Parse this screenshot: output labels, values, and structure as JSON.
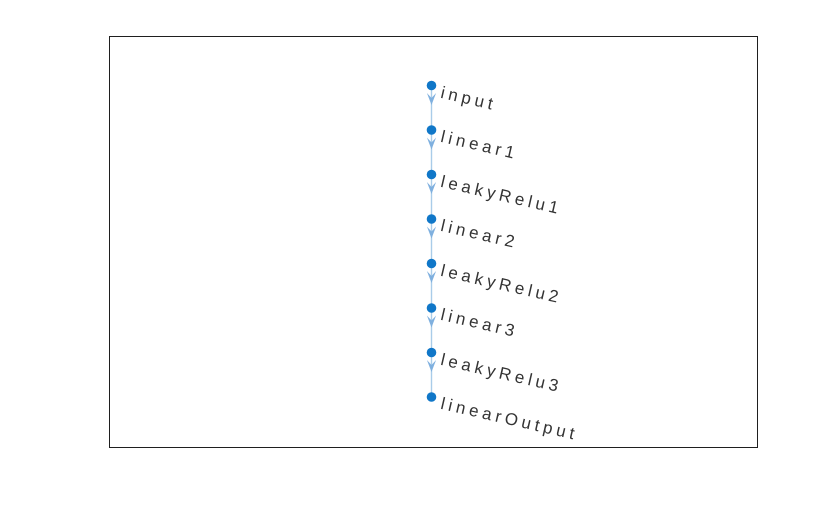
{
  "figure": {
    "kind": "layer-graph-plot",
    "background": "#ffffff",
    "axes_border_color": "#1f1f1f"
  },
  "colors": {
    "node_fill": "#1077c8",
    "edge_line": "#a9cce9",
    "arrowhead": "#7fb0df",
    "label_text": "#333333"
  },
  "graph": {
    "direction": "top-to-bottom",
    "nodes": [
      {
        "label": "input"
      },
      {
        "label": "linear1"
      },
      {
        "label": "leakyRelu1"
      },
      {
        "label": "linear2"
      },
      {
        "label": "leakyRelu2"
      },
      {
        "label": "linear3"
      },
      {
        "label": "leakyRelu3"
      },
      {
        "label": "linearOutput"
      }
    ],
    "edges": [
      {
        "from": "input",
        "to": "linear1"
      },
      {
        "from": "linear1",
        "to": "leakyRelu1"
      },
      {
        "from": "leakyRelu1",
        "to": "linear2"
      },
      {
        "from": "linear2",
        "to": "leakyRelu2"
      },
      {
        "from": "leakyRelu2",
        "to": "linear3"
      },
      {
        "from": "linear3",
        "to": "leakyRelu3"
      },
      {
        "from": "leakyRelu3",
        "to": "linearOutput"
      }
    ]
  }
}
